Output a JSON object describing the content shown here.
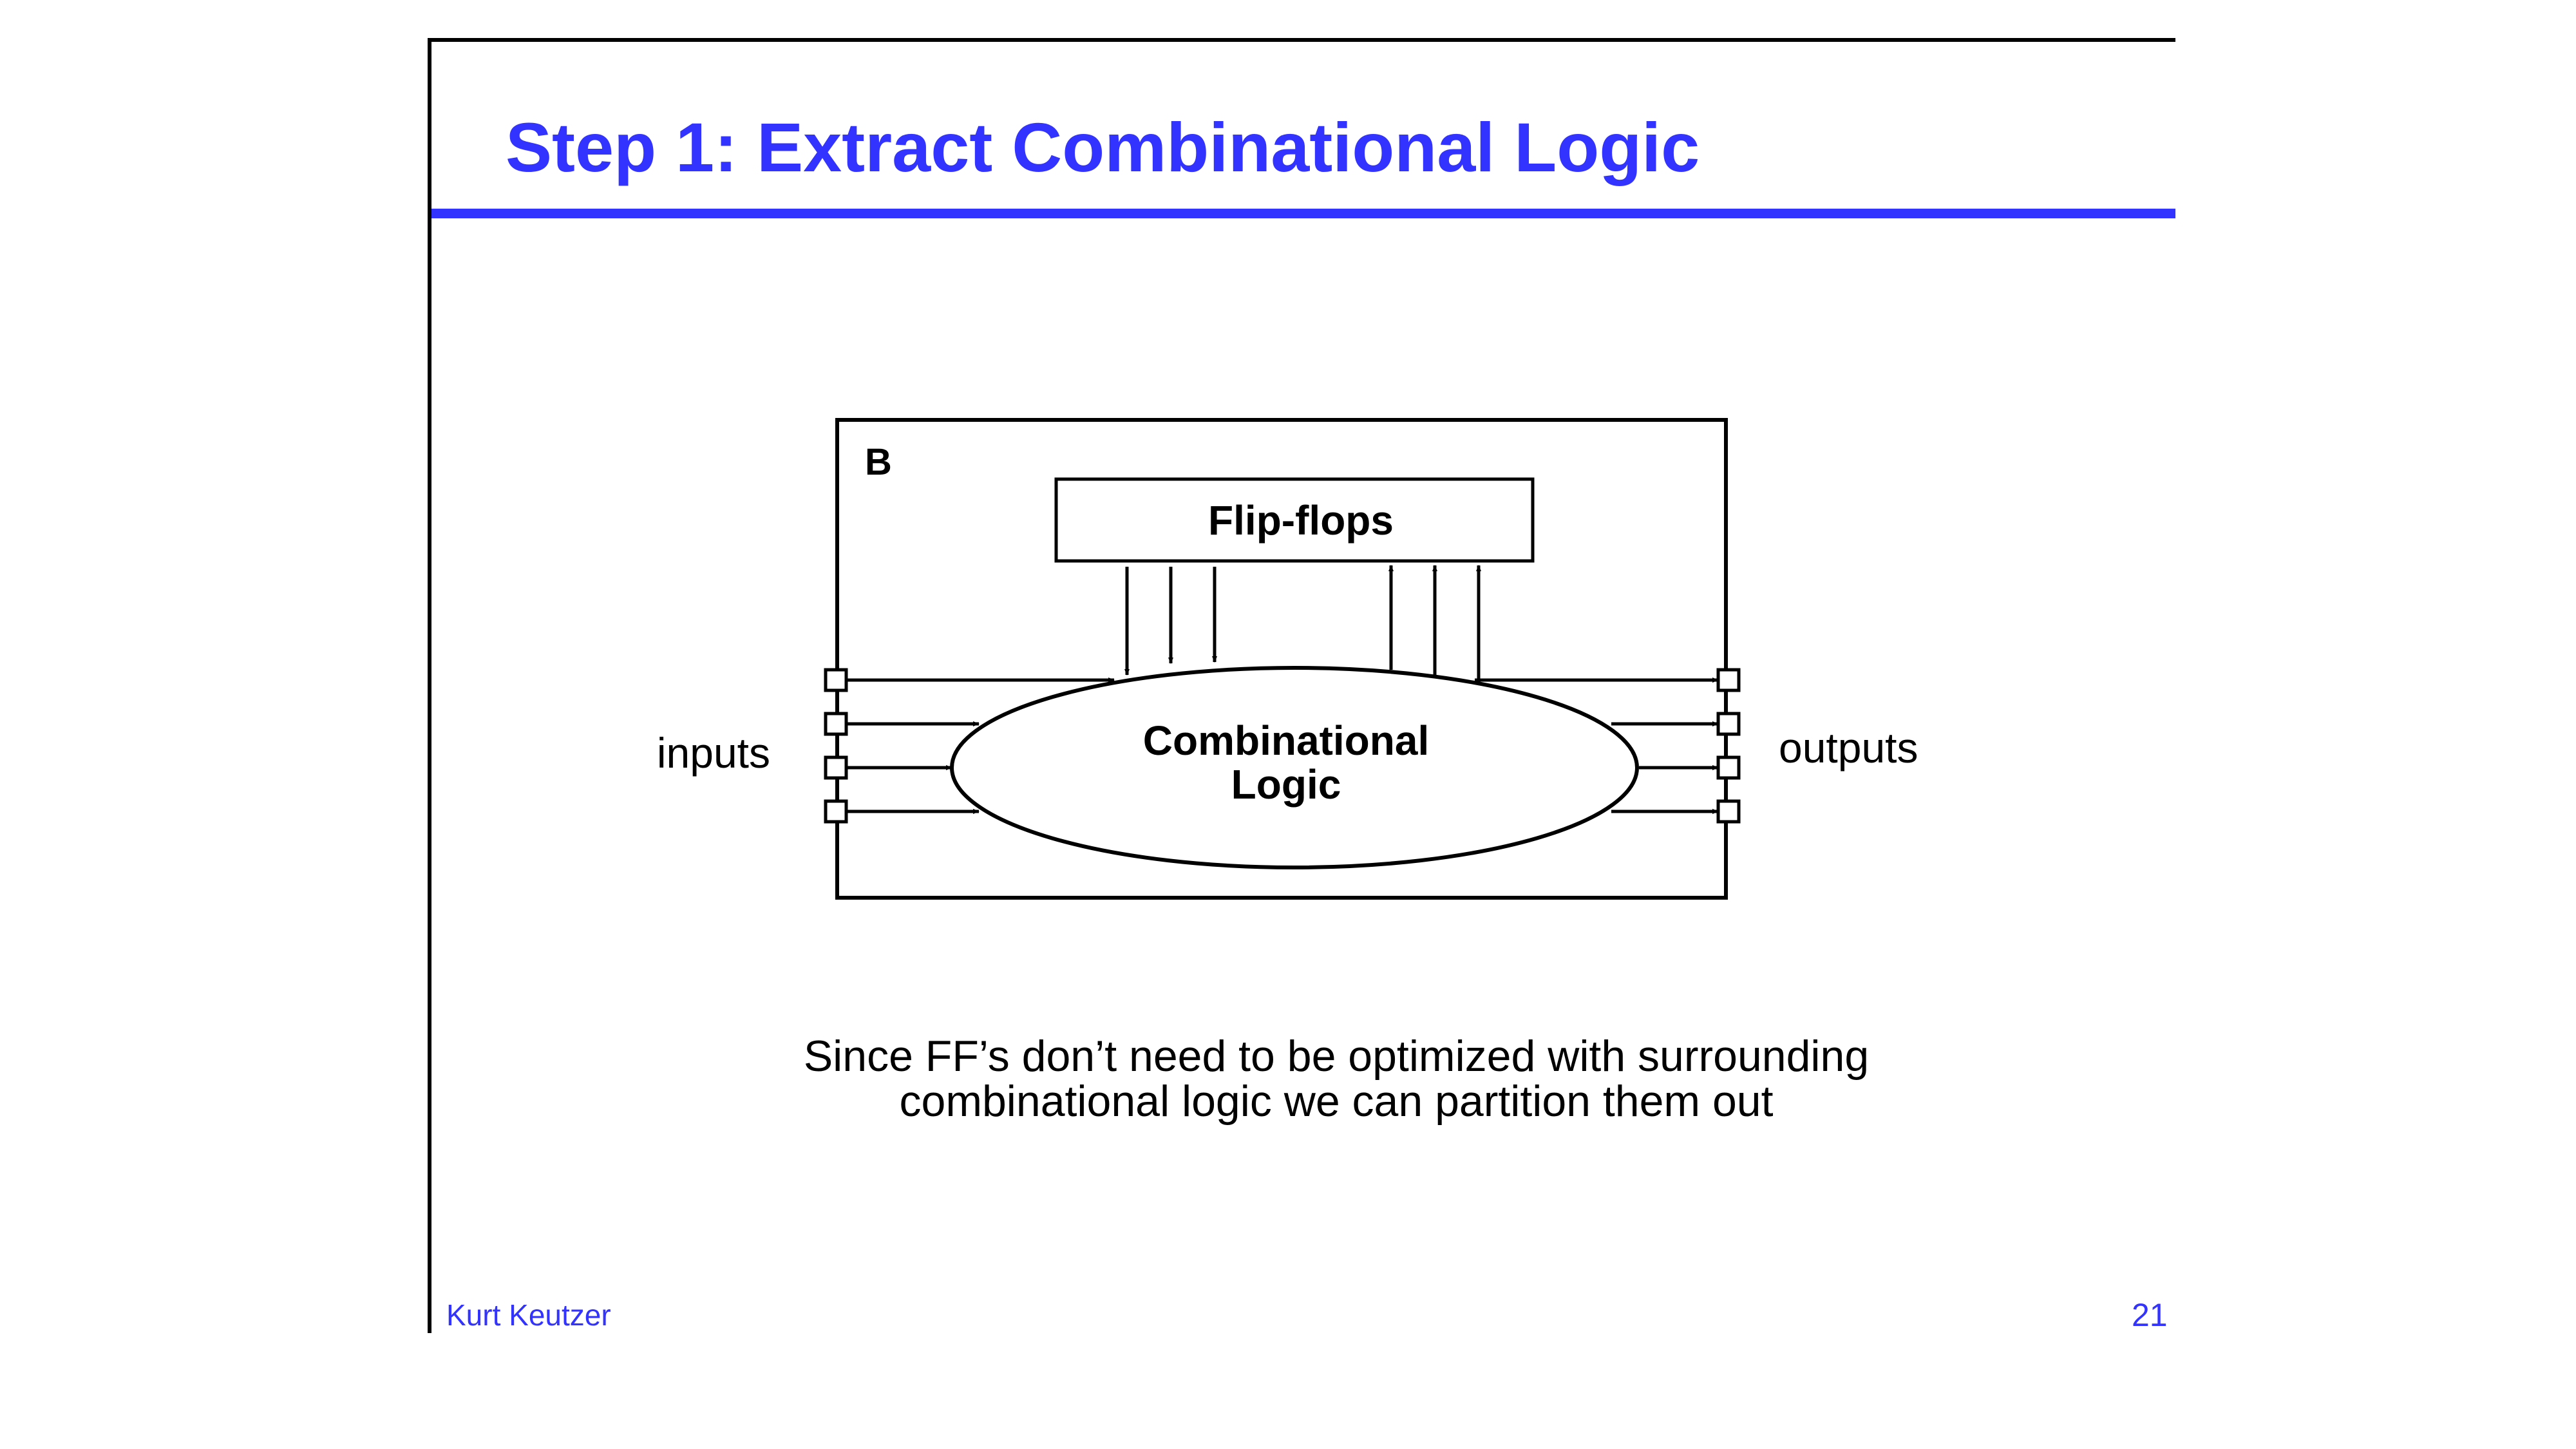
{
  "slide": {
    "title": "Step 1: Extract Combinational Logic",
    "footer_author": "Kurt Keutzer",
    "page_number": "21",
    "accent_color": "#3333ff"
  },
  "diagram": {
    "block_label": "B",
    "flipflops_label": "Flip-flops",
    "logic_label_line1": "Combinational",
    "logic_label_line2": "Logic",
    "inputs_label": "inputs",
    "outputs_label": "outputs"
  },
  "caption": {
    "line1": "Since FF’s don’t need to be optimized with surrounding",
    "line2": "combinational logic we can partition them out"
  }
}
